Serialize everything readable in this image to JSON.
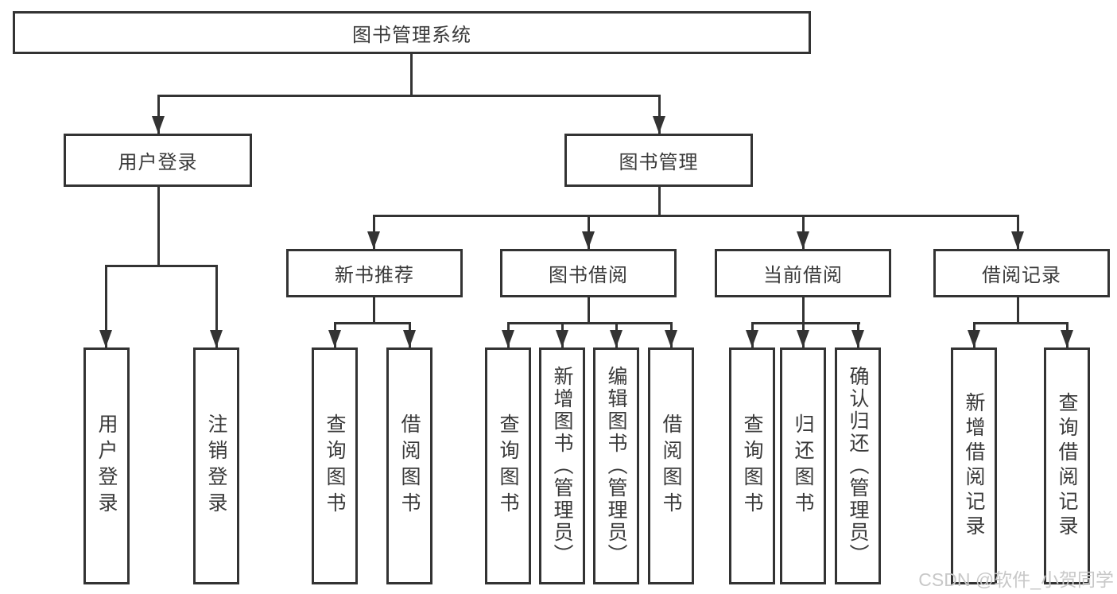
{
  "colors": {
    "line": "#333333",
    "text": "#3a3a3a",
    "background": "#ffffff",
    "watermark": "#c8c8c8"
  },
  "watermark": {
    "text": "CSDN @软件_小贺同学"
  },
  "diagram": {
    "root": {
      "label": "图书管理系统"
    },
    "level2": {
      "user_login": {
        "label": "用户登录"
      },
      "book_management": {
        "label": "图书管理"
      }
    },
    "level3": {
      "new_book_recommend": {
        "label": "新书推荐"
      },
      "book_borrowing": {
        "label": "图书借阅"
      },
      "current_borrowing": {
        "label": "当前借阅"
      },
      "borrowing_records": {
        "label": "借阅记录"
      }
    },
    "leaves": {
      "user_login": {
        "label": "用户登录"
      },
      "logout": {
        "label": "注销登录"
      },
      "recommend_query_books": {
        "label": "查询图书"
      },
      "recommend_borrow_books": {
        "label": "借阅图书"
      },
      "borrowing_query_books": {
        "label": "查询图书"
      },
      "borrowing_add_books": {
        "label": "新增图书（管理员）"
      },
      "borrowing_edit_books": {
        "label": "编辑图书（管理员）"
      },
      "borrowing_borrow_books": {
        "label": "借阅图书"
      },
      "current_query_books": {
        "label": "查询图书"
      },
      "current_return_books": {
        "label": "归还图书"
      },
      "current_confirm_return": {
        "label": "确认归还（管理员）"
      },
      "records_add_record": {
        "label": "新增借阅记录"
      },
      "records_query_record": {
        "label": "查询借阅记录"
      }
    }
  }
}
